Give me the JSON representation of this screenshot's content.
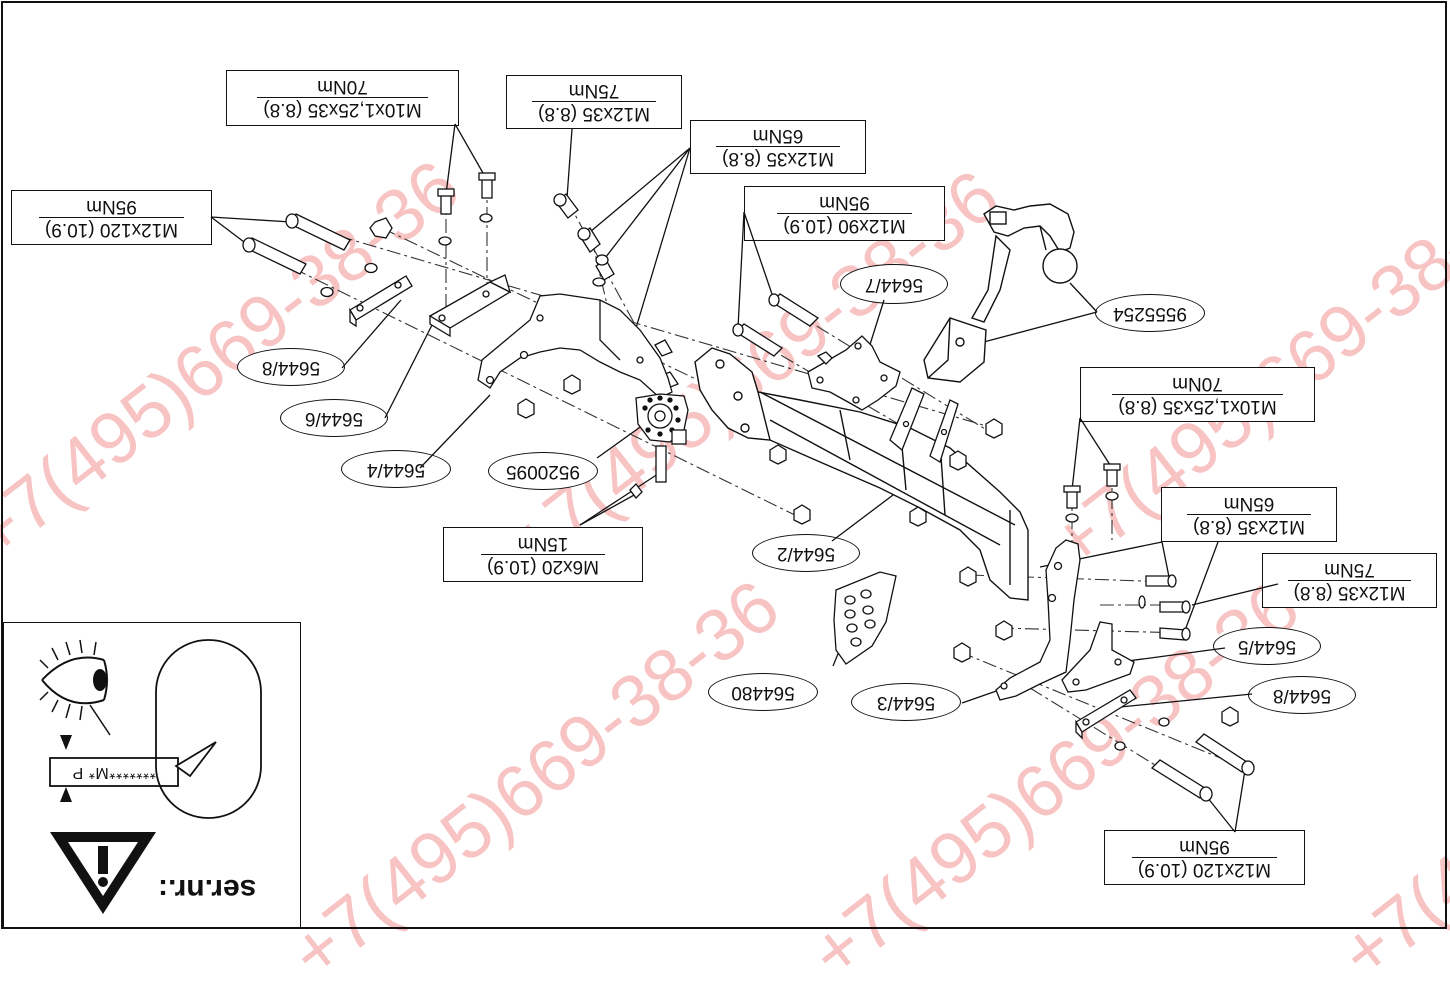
{
  "watermark": {
    "text": "+7(495)669-38-36",
    "color": "#ec7070"
  },
  "specs": [
    {
      "id": "spec-m10-top",
      "size": "M10x1,25x35 (8.8)",
      "torque": "70Nm"
    },
    {
      "id": "spec-m12x35-75-top",
      "size": "M12x35 (8.8)",
      "torque": "75Nm"
    },
    {
      "id": "spec-m12x35-65-top",
      "size": "M12x35 (8.8)",
      "torque": "65Nm"
    },
    {
      "id": "spec-m12x120-left",
      "size": "M12x120 (10.9)",
      "torque": "95Nm"
    },
    {
      "id": "spec-m12x90",
      "size": "M12x90 (10.9)",
      "torque": "95Nm"
    },
    {
      "id": "spec-m10-right",
      "size": "M10x1,25x35 (8.8)",
      "torque": "70Nm"
    },
    {
      "id": "spec-m12x35-65-right",
      "size": "M12x35 (8.8)",
      "torque": "65Nm"
    },
    {
      "id": "spec-m12x35-75-right",
      "size": "M12x35 (8.8)",
      "torque": "75Nm"
    },
    {
      "id": "spec-m6x20",
      "size": "M6x20 (10.9)",
      "torque": "15Nm"
    },
    {
      "id": "spec-m12x120-right",
      "size": "M12x120 (10.9)",
      "torque": "95Nm"
    }
  ],
  "parts": [
    {
      "id": "part-5644-8-left",
      "label": "5644/8"
    },
    {
      "id": "part-5644-6",
      "label": "5644/6"
    },
    {
      "id": "part-5644-4",
      "label": "5644/4"
    },
    {
      "id": "part-9520095",
      "label": "9520095"
    },
    {
      "id": "part-5644-7",
      "label": "5644/7"
    },
    {
      "id": "part-9555254",
      "label": "9555254"
    },
    {
      "id": "part-5644-2",
      "label": "5644/2"
    },
    {
      "id": "part-564480",
      "label": "564480"
    },
    {
      "id": "part-5644-3",
      "label": "5644/3"
    },
    {
      "id": "part-5644-5",
      "label": "5644/5"
    },
    {
      "id": "part-5644-8-right",
      "label": "5644/8"
    }
  ],
  "legend": {
    "serial_label": "ser.nr.:",
    "plate_text": "*******M* P"
  }
}
